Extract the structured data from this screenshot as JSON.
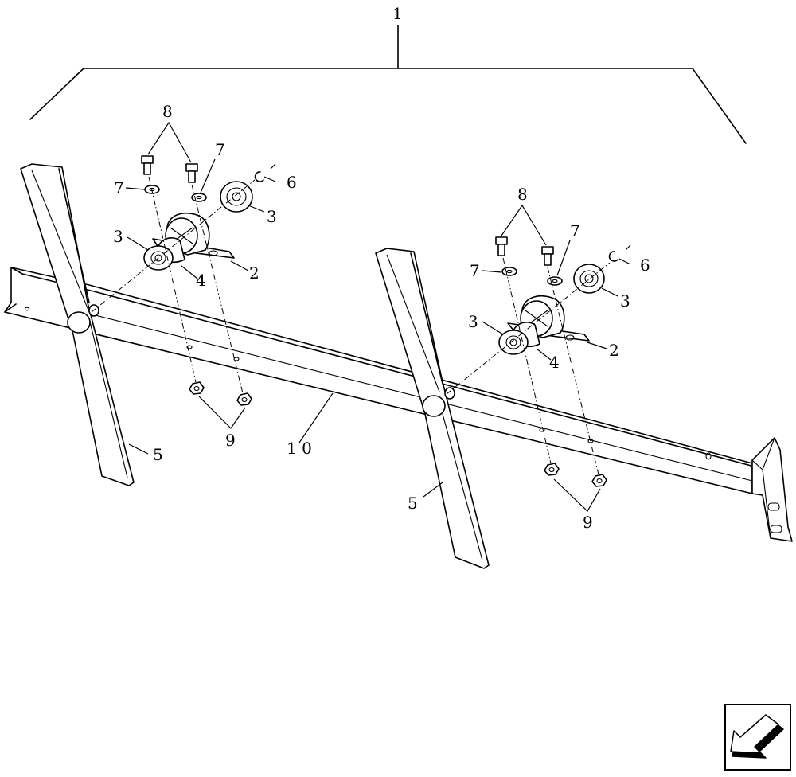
{
  "callouts": {
    "c1": "1",
    "c10": "1 0",
    "left": {
      "c8": "8",
      "c7a": "7",
      "c7b": "7",
      "c6": "6",
      "c3a": "3",
      "c3b": "3",
      "c4": "4",
      "c2": "2",
      "c9": "9",
      "c5": "5"
    },
    "right": {
      "c8": "8",
      "c7a": "7",
      "c7b": "7",
      "c6": "6",
      "c3a": "3",
      "c3b": "3",
      "c4": "4",
      "c2": "2",
      "c9": "9",
      "c5": "5"
    }
  },
  "navigation": {
    "icon": "arrow-back-icon"
  },
  "colors": {
    "line": "#000000",
    "background": "#ffffff"
  }
}
